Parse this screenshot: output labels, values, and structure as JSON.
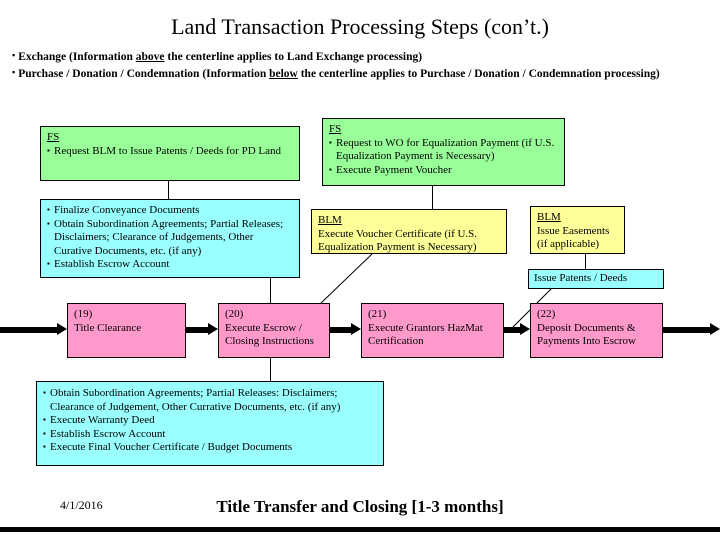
{
  "slide": {
    "title": "Land Transaction Processing Steps (con’t.)",
    "header_bullets": [
      {
        "pre": "Exchange (Information ",
        "underlined": "above",
        "post": " the centerline applies to Land Exchange processing)"
      },
      {
        "pre": "Purchase / Donation / Condemnation (Information ",
        "underlined": "below",
        "post": " the centerline applies to Purchase / Donation / Condemnation processing)"
      }
    ]
  },
  "colors": {
    "green": "#99ff99",
    "cyan": "#99ffff",
    "yellow": "#ffff99",
    "pink": "#ff99cc",
    "outline": "#000000"
  },
  "boxes": {
    "fs_patents": {
      "header": "FS",
      "items": [
        "Request BLM to Issue Patents / Deeds for PD Land"
      ]
    },
    "fs_equalization": {
      "header": "FS",
      "items": [
        "Request to WO for Equalization Payment (if U.S. Equalization Payment is Necessary)",
        "Execute Payment Voucher"
      ]
    },
    "conveyance": {
      "items": [
        "Finalize Conveyance Documents",
        "Obtain Subordination Agreements; Partial Releases; Disclaimers; Clearance of Judgements, Other Curative Documents, etc. (if any)",
        "Establish Escrow Account"
      ]
    },
    "blm_voucher": {
      "header": "BLM",
      "lines": [
        "Execute Voucher Certificate (if U.S.",
        "Equalization Payment is Necessary)"
      ]
    },
    "blm_easements": {
      "header": "BLM",
      "lines": [
        "Issue Easements",
        "(if applicable)"
      ]
    },
    "issue_patents": {
      "lines": [
        "Issue Patents / Deeds"
      ]
    },
    "bottom_tasks": {
      "items": [
        "Obtain Subordination Agreements; Partial Releases: Disclaimers; Clearance of Judgement, Other Currative Documents, etc. (if any)",
        "Execute Warranty Deed",
        "Establish Escrow Account",
        "Execute Final Voucher Certificate / Budget Documents"
      ]
    }
  },
  "steps": [
    {
      "num": "(19)",
      "lines": [
        "Title Clearance"
      ]
    },
    {
      "num": "(20)",
      "lines": [
        "Execute Escrow /",
        "Closing Instructions"
      ]
    },
    {
      "num": "(21)",
      "lines": [
        "Execute Grantors HazMat",
        "Certification"
      ]
    },
    {
      "num": "(22)",
      "lines": [
        "Deposit Documents &",
        "Payments Into Escrow"
      ]
    }
  ],
  "footer": {
    "date": "4/1/2016",
    "title": "Title Transfer and Closing [1-3 months]"
  }
}
